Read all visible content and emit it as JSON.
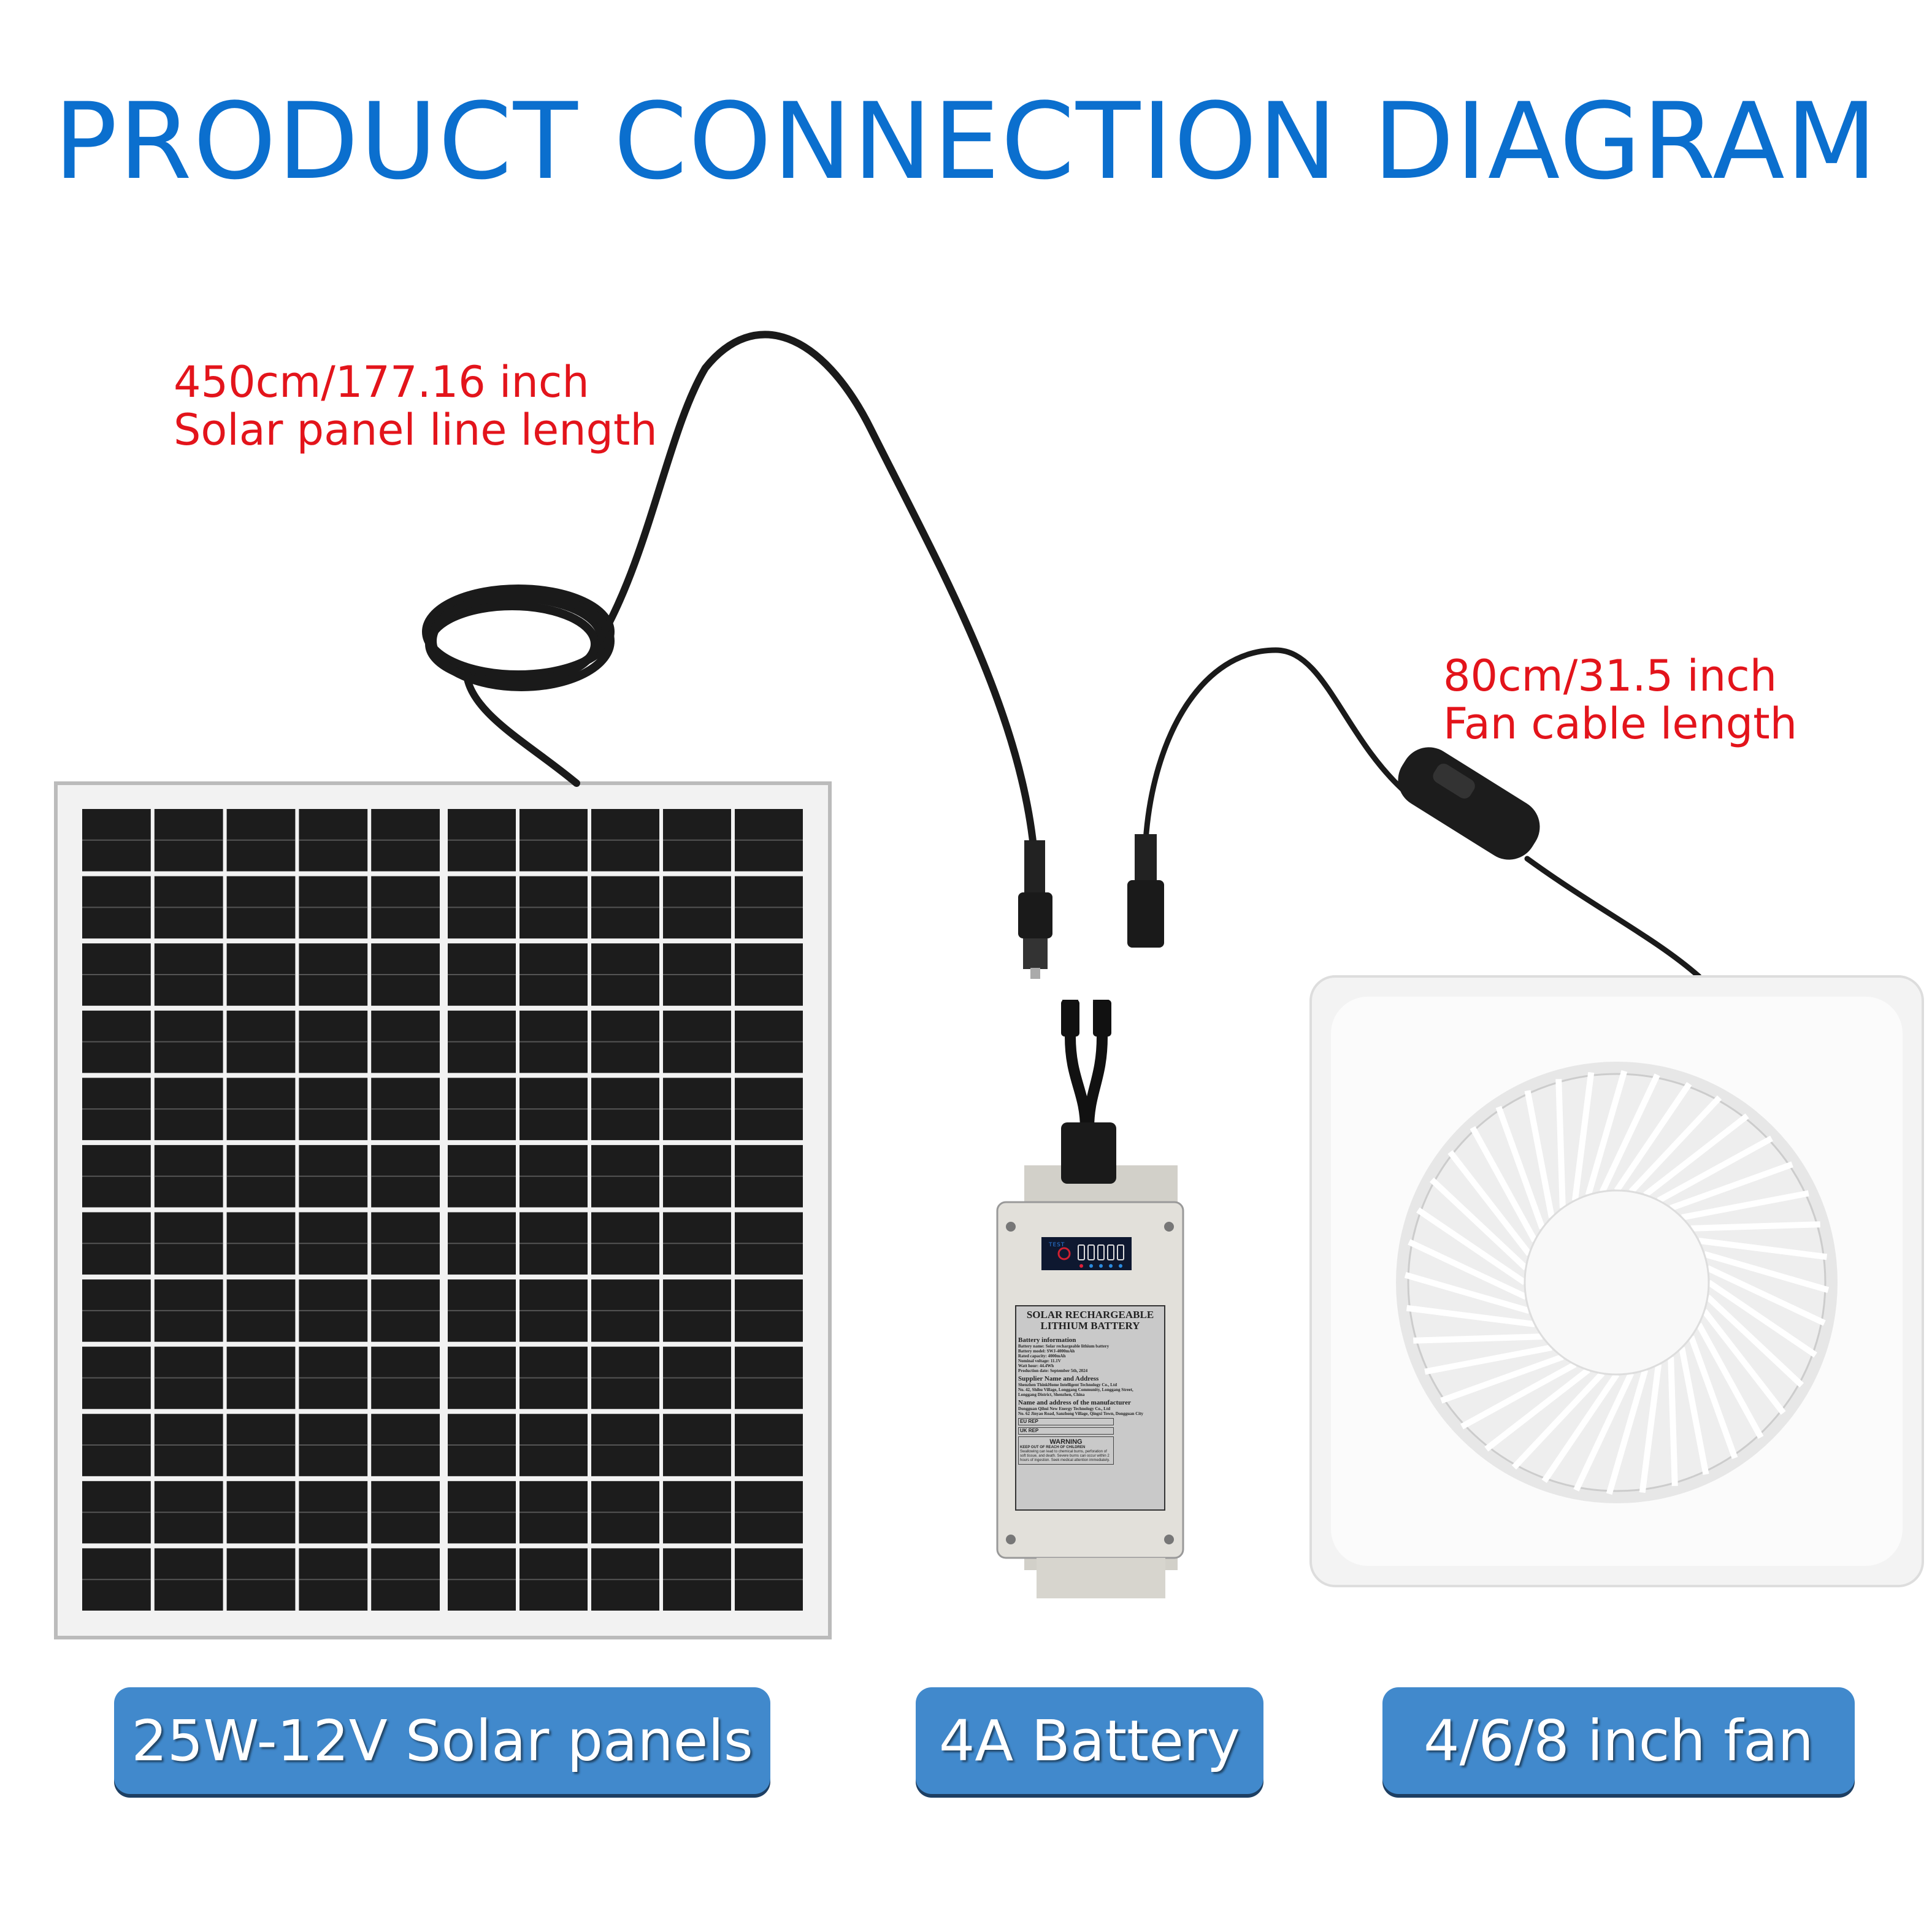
{
  "title": "PRODUCT CONNECTION DIAGRAM",
  "solar_cable": {
    "length": "450cm/177.16 inch",
    "caption": "Solar panel line length"
  },
  "fan_cable": {
    "length": "80cm/31.5 inch",
    "caption": "Fan cable length"
  },
  "labels": {
    "solar_panel": "25W-12V Solar panels",
    "battery": "4A Battery",
    "fan": "4/6/8 inch fan"
  },
  "battery_label": {
    "test": "TEST",
    "heading": "SOLAR RECHARGEABLE LITHIUM BATTERY",
    "info_title": "Battery information",
    "info_lines": [
      "Battery name: Solar rechargeable lithium battery",
      "Battery model: SWJ-4000mAh",
      "Rated capacity: 4000mAh",
      "Nominal voltage: 11.1V",
      "Watt hour: 44.4Wh",
      "Production date: September 5th, 2024"
    ],
    "supplier_title": "Supplier Name and Address",
    "supplier_lines": [
      "Shenzhen ThinkHome Intelligent Technology Co., Ltd",
      "No. 42, Shihu Village, Longgang Community, Longgang Street,",
      "Longgang District, Shenzhen, China"
    ],
    "manufacturer_title": "Name and address of the manufacturer",
    "manufacturer_lines": [
      "Dongguan Qihui New Energy Technology Co., Ltd",
      "No. 62 Jinyao Road, Sanzhong Village, Qingxi Town, Dongguan City"
    ],
    "eu_rep": "EU REP",
    "uk_rep": "UK REP",
    "warning_title": "WARNING",
    "warning_sub": "KEEP OUT OF REACH OF CHILDREN",
    "warning_text": "Swallowing can lead to chemical burns, perforation of soft tissue, and death. Severe burns can occur within 2 hours of ingestion. Seek medical attention immediately."
  },
  "colors": {
    "title": "#0b6fce",
    "annotation": "#e3141b",
    "label_bg": "#4189cc"
  }
}
